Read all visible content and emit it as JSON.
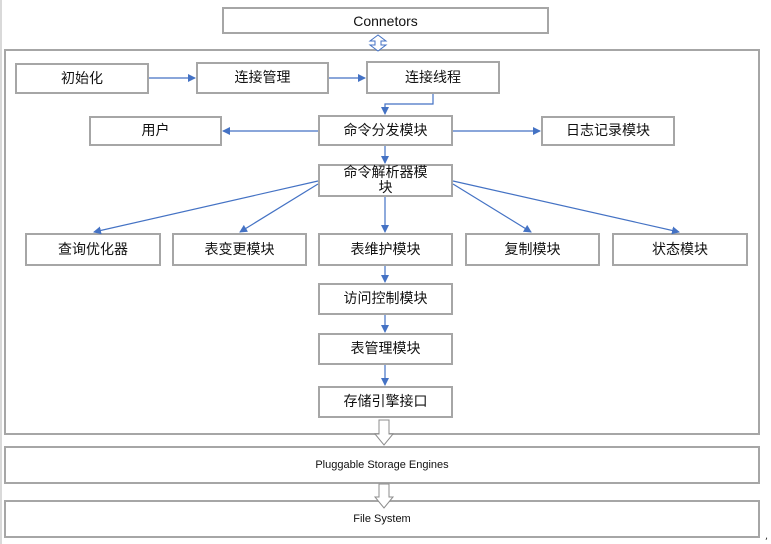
{
  "colors": {
    "border": "#a6a6a6",
    "arrow": "#4472c4",
    "hollow_arrow": "#8c8c8c"
  },
  "top": {
    "connectors": "Connetors"
  },
  "flow": {
    "init": "初始化",
    "conn_manage": "连接管理",
    "conn_thread": "连接线程",
    "user": "用户",
    "dispatch": "命令分发模块",
    "log": "日志记录模块",
    "parser_line1": "命令解析器模",
    "parser_line2": "块"
  },
  "modules": {
    "optimizer": "查询优化器",
    "alter_table": "表变更模块",
    "maintenance": "表维护模块",
    "replication": "复制模块",
    "status": "状态模块"
  },
  "chain": {
    "access_control": "访问控制模块",
    "table_manage": "表管理模块",
    "storage_interface": "存储引擎接口"
  },
  "bottom": {
    "pluggable": "Pluggable Storage Engines",
    "filesystem": "File System"
  },
  "trailing_mark": ","
}
